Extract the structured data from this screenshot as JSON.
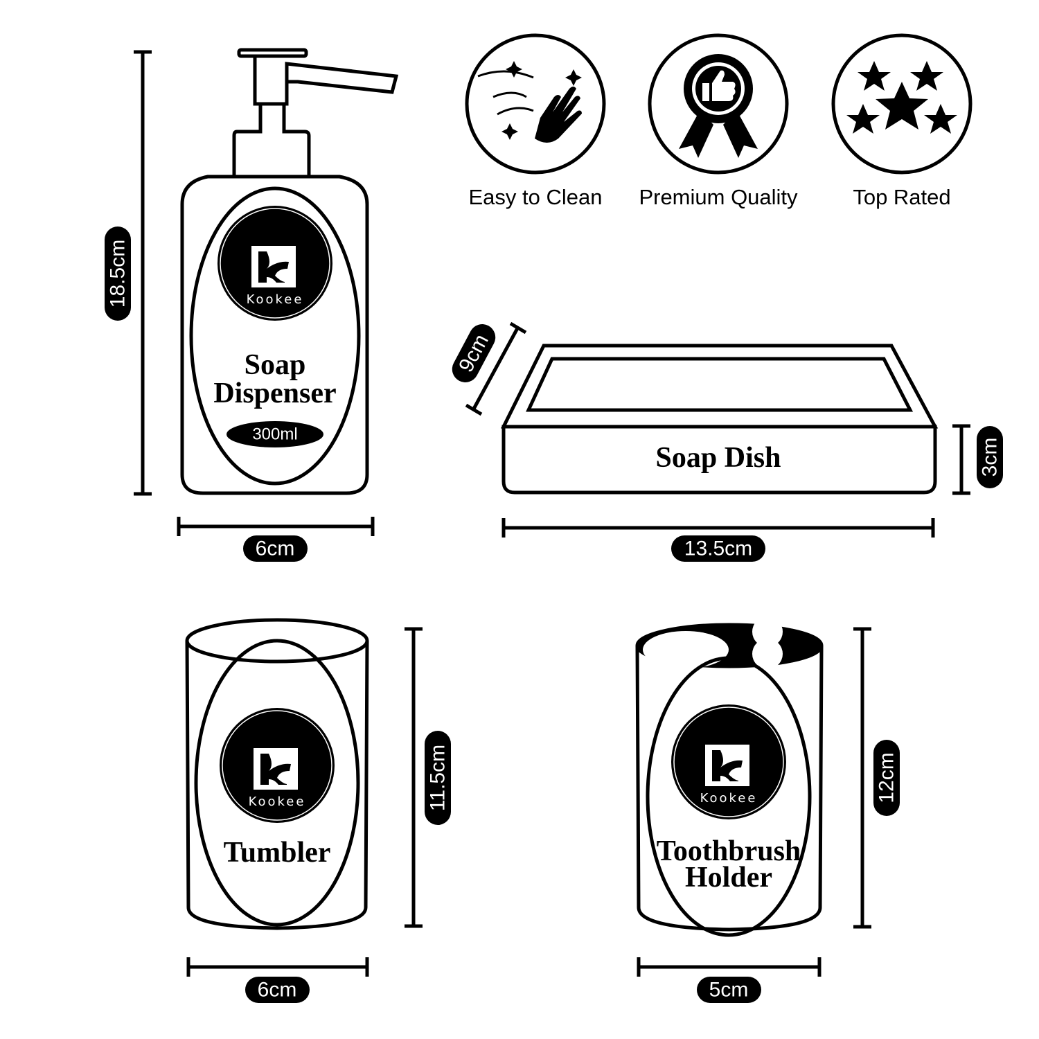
{
  "brand": {
    "name": "Kookee"
  },
  "features": [
    {
      "label": "Easy to Clean",
      "icon": "hand-wipe-sparkle-icon"
    },
    {
      "label": "Premium Quality",
      "icon": "thumbs-up-badge-icon"
    },
    {
      "label": "Top Rated",
      "icon": "stars-icon"
    }
  ],
  "soap_dispenser": {
    "name_line1": "Soap",
    "name_line2": "Dispenser",
    "capacity": "300ml",
    "height": "18.5cm",
    "width": "6cm"
  },
  "soap_dish": {
    "name": "Soap Dish",
    "depth": "9cm",
    "height": "3cm",
    "width": "13.5cm"
  },
  "tumbler": {
    "name": "Tumbler",
    "height": "11.5cm",
    "width": "6cm"
  },
  "toothbrush_holder": {
    "name_line1": "Toothbrush",
    "name_line2": "Holder",
    "height": "12cm",
    "width": "5cm"
  },
  "colors": {
    "ink": "#000000",
    "background": "#ffffff"
  }
}
